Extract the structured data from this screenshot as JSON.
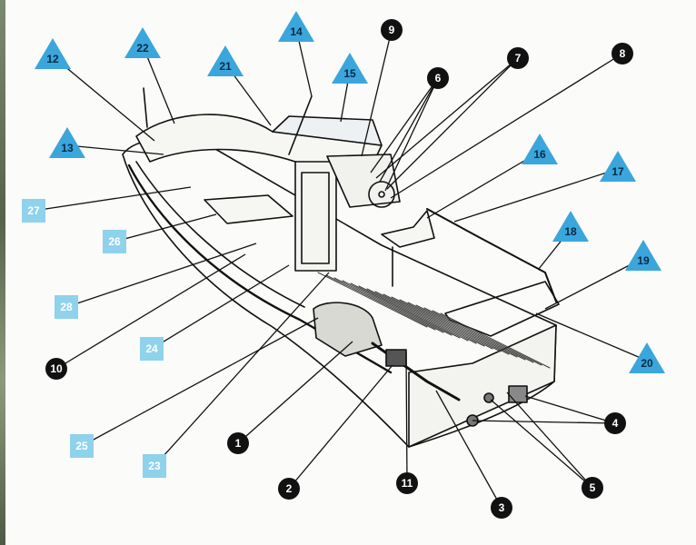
{
  "colors": {
    "triangle": "#3aa6dc",
    "square": "#8fd2ec",
    "circle": "#111111",
    "triangle_text": "#0b2a44",
    "square_text": "#ffffff",
    "circle_text": "#ffffff",
    "line": "#111111",
    "deck": "#3a3a3a"
  },
  "diagram": {
    "labels": [
      {
        "text": "1",
        "shape": "circle"
      },
      {
        "text": "2",
        "shape": "circle"
      },
      {
        "text": "3",
        "shape": "circle"
      },
      {
        "text": "4",
        "shape": "circle"
      },
      {
        "text": "5",
        "shape": "circle"
      },
      {
        "text": "6",
        "shape": "circle"
      },
      {
        "text": "7",
        "shape": "circle"
      },
      {
        "text": "8",
        "shape": "circle"
      },
      {
        "text": "9",
        "shape": "circle"
      },
      {
        "text": "10",
        "shape": "circle"
      },
      {
        "text": "11",
        "shape": "circle"
      },
      {
        "text": "12",
        "shape": "triangle"
      },
      {
        "text": "13",
        "shape": "triangle"
      },
      {
        "text": "14",
        "shape": "triangle"
      },
      {
        "text": "15",
        "shape": "triangle"
      },
      {
        "text": "16",
        "shape": "triangle"
      },
      {
        "text": "17",
        "shape": "triangle"
      },
      {
        "text": "18",
        "shape": "triangle"
      },
      {
        "text": "19",
        "shape": "triangle"
      },
      {
        "text": "20",
        "shape": "triangle"
      },
      {
        "text": "21",
        "shape": "triangle"
      },
      {
        "text": "22",
        "shape": "triangle"
      },
      {
        "text": "23",
        "shape": "square"
      },
      {
        "text": "24",
        "shape": "square"
      },
      {
        "text": "25",
        "shape": "square"
      },
      {
        "text": "26",
        "shape": "square"
      },
      {
        "text": "27",
        "shape": "square"
      },
      {
        "text": "28",
        "shape": "square"
      }
    ]
  }
}
